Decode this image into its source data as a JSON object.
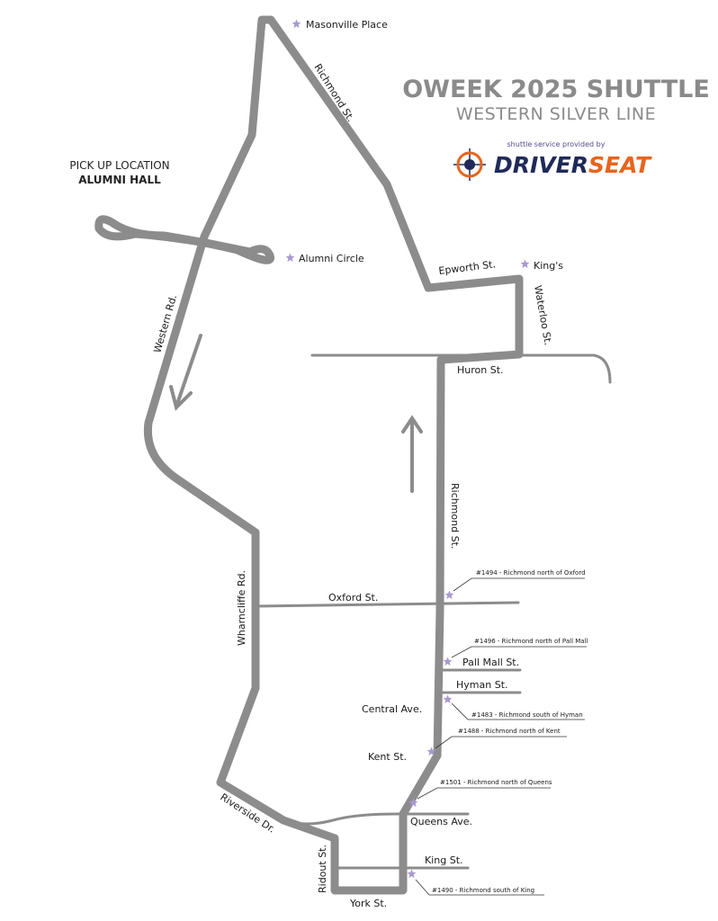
{
  "header": {
    "title": "OWEEK 2025 SHUTTLE",
    "subtitle": "WESTERN SILVER LINE",
    "tagline": "shuttle service provided by",
    "brand_left": "DRIVER",
    "brand_right": "SEAT"
  },
  "pickup": {
    "label": "PICK UP LOCATION",
    "location": "ALUMNI HALL"
  },
  "colors": {
    "route": "#8c8c8c",
    "star": "#a89ad0",
    "title": "#8a8a8a",
    "brand_navy": "#1f2a5a",
    "brand_orange": "#e8641e"
  },
  "landmarks": {
    "masonville": "Masonville Place",
    "alumni_circle": "Alumni Circle",
    "kings": "King's"
  },
  "streets": {
    "richmond_north": "Richmond St.",
    "western": "Western Rd.",
    "epworth": "Epworth St.",
    "waterloo": "Waterloo St.",
    "huron": "Huron St.",
    "richmond": "Richmond St.",
    "wharncliffe": "Wharncliffe Rd.",
    "oxford": "Oxford St.",
    "pall_mall": "Pall Mall St.",
    "hyman": "Hyman St.",
    "central": "Central Ave.",
    "kent": "Kent St.",
    "riverside": "Riverside Dr.",
    "queens": "Queens Ave.",
    "ridout": "Ridout St.",
    "king": "King St.",
    "york": "York St."
  },
  "stops": {
    "s1494": "#1494 - Richmond north of Oxford",
    "s1496": "#1496 - Richmond north of Pall Mall",
    "s1483": "#1483 - Richmond south of Hyman",
    "s1488": "#1488 - Richmond north of Kent",
    "s1501": "#1501 - Richmond north of Queens",
    "s1490": "#1490 - Richmond south of King"
  }
}
